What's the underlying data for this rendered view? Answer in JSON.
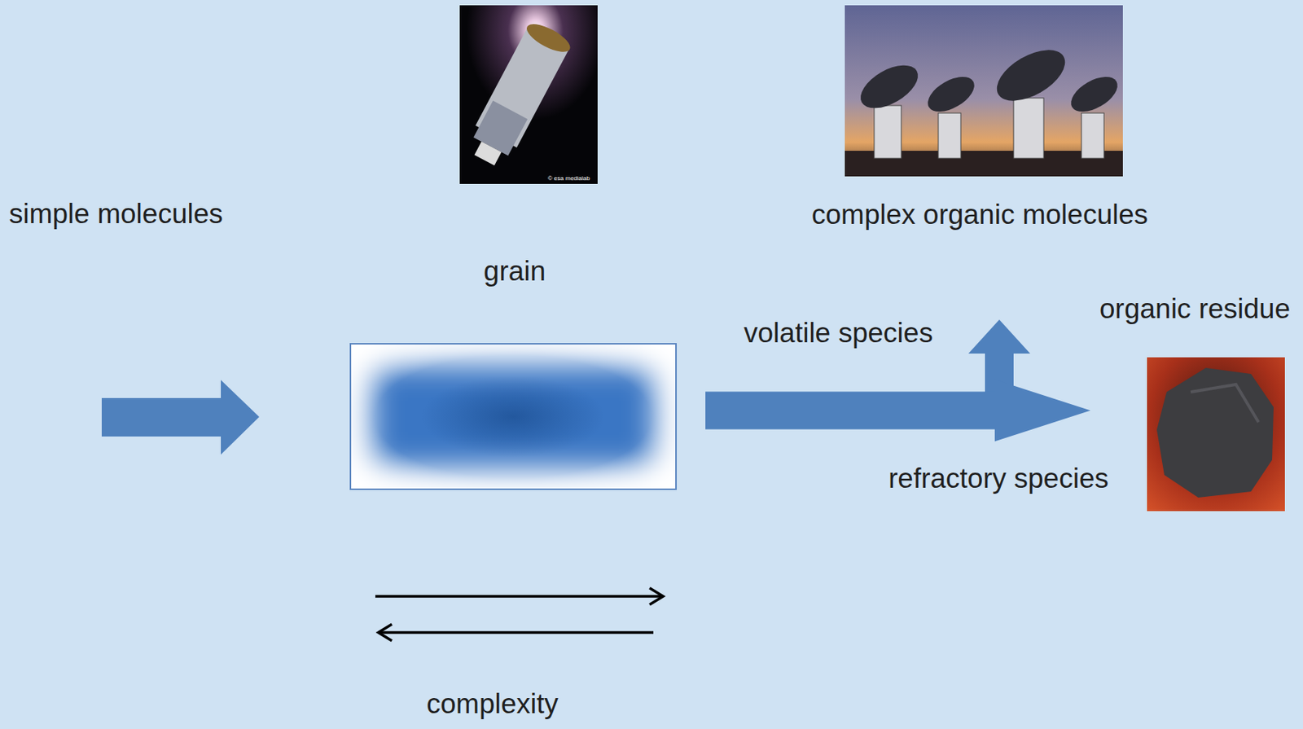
{
  "diagram": {
    "nodes": [
      {
        "text": [
          "grain"
        ]
      },
      {
        "text": [
          "organic residue"
        ]
      }
    ],
    "edges": [
      {
        "from": 0,
        "to": 1,
        "arrow": "to",
        "label": "refractory species"
      }
    ],
    "labels": [
      "simple molecules",
      "complex organic molecules",
      "volatile species",
      "complexity",
      "© esa medialab"
    ]
  }
}
